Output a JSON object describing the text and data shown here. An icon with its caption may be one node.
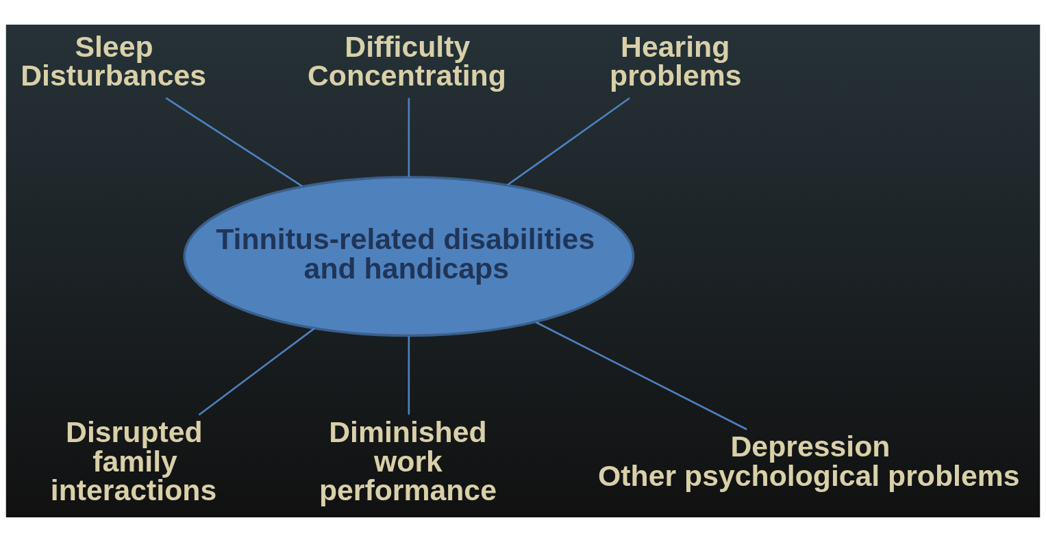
{
  "diagram": {
    "nodes": [
      {
        "text": [
          "Tinnitus-related disabilities and handicaps"
        ]
      },
      {
        "text": [
          "Sleep Disturbances"
        ]
      },
      {
        "text": [
          "Difficulty Concentrating"
        ]
      },
      {
        "text": [
          "Hearing problems"
        ]
      },
      {
        "text": [
          "Disrupted family interactions"
        ]
      },
      {
        "text": [
          "Diminished work performance"
        ]
      },
      {
        "text": [
          "Depression",
          "Other psychological problems"
        ]
      }
    ],
    "edges": [
      {
        "from": 1,
        "to": 0,
        "arrow": "none"
      },
      {
        "from": 2,
        "to": 0,
        "arrow": "none"
      },
      {
        "from": 3,
        "to": 0,
        "arrow": "none"
      },
      {
        "from": 0,
        "to": 4,
        "arrow": "none"
      },
      {
        "from": 0,
        "to": 5,
        "arrow": "none"
      },
      {
        "from": 0,
        "to": 6,
        "arrow": "none"
      }
    ]
  }
}
